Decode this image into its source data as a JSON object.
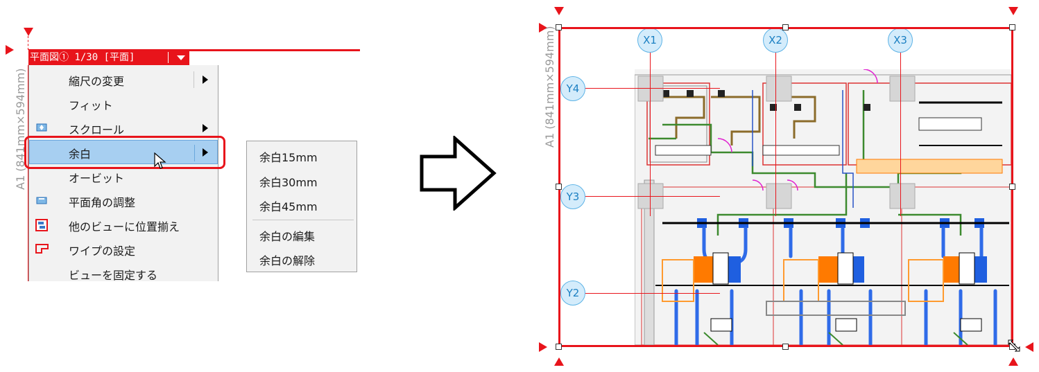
{
  "left_panel": {
    "view_tab_label": "平面図① 1/30 [平面]",
    "sheet_size_label": "A1 (841mm×594mm)",
    "menu": {
      "items": [
        {
          "label": "縮尺の変更",
          "icon": "none",
          "has_submenu": true
        },
        {
          "label": "フィット",
          "icon": "none",
          "has_submenu": false
        },
        {
          "label": "スクロール",
          "icon": "scroll-icon",
          "has_submenu": true
        },
        {
          "label": "余白",
          "icon": "none",
          "has_submenu": true,
          "selected": true
        },
        {
          "label": "オービット",
          "icon": "none",
          "has_submenu": false
        },
        {
          "label": "平面角の調整",
          "icon": "plane-angle-icon",
          "has_submenu": false
        },
        {
          "label": "他のビューに位置揃え",
          "icon": "align-views-icon",
          "has_submenu": false
        },
        {
          "label": "ワイプの設定",
          "icon": "wipe-icon",
          "has_submenu": false
        },
        {
          "label": "ビューを固定する",
          "icon": "none",
          "has_submenu": false
        }
      ]
    },
    "submenu": {
      "items": [
        "余白15mm",
        "余白30mm",
        "余白45mm",
        "余白の編集",
        "余白の解除"
      ]
    }
  },
  "right_panel": {
    "sheet_size_label": "A1 (841mm×594mm)",
    "grid_labels_x": [
      "X1",
      "X2",
      "X3"
    ],
    "grid_labels_y": [
      "Y4",
      "Y3",
      "Y2"
    ]
  },
  "colors": {
    "accent_red": "#e8141b",
    "selection_blue": "#a7cff1",
    "grid_bubble": "#d4ecfb",
    "duct_blue": "#1f5fe0",
    "equipment_orange": "#ff7a00",
    "pipe_green": "#3c8a2e"
  }
}
